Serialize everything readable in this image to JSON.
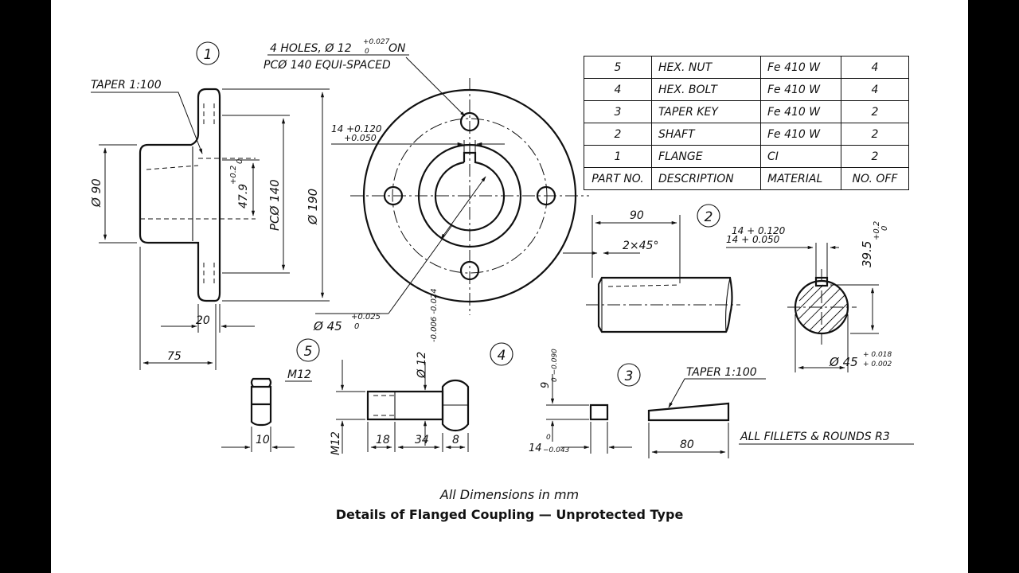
{
  "labels": {
    "part1_no": "1",
    "part2_no": "2",
    "part3_no": "3",
    "part4_no": "4",
    "part5_no": "5",
    "taper_flange": "TAPER 1:100",
    "holes_line1": "4 HOLES, Ø 12",
    "holes_tol_upper": "+0.027",
    "holes_tol_lower": "0",
    "holes_on": "ON",
    "holes_line2": "PCØ 140 EQUI-SPACED",
    "dia90": "Ø 90",
    "dim_47_9": "47.9",
    "dim_47_9_tol_upper": "+0.2",
    "dim_47_9_tol_lower": "0",
    "pcd140": "PCØ 140",
    "dia190": "Ø 190",
    "dim20": "20",
    "dim75": "75",
    "keyway14_upper": "14 +0.120",
    "keyway14_lower": "+0.050",
    "dia45_flange": "Ø 45",
    "dia45_flange_tol_upper": "+0.025",
    "dia45_flange_tol_lower": "0",
    "bolt_dia12": "Ø 12",
    "bolt_dia12_tol": "-0.006 -0.024",
    "shaft90": "90",
    "chamfer": "2×45°",
    "shaft_key_upper": "14 + 0.120",
    "shaft_key_lower": "14 + 0.050",
    "dim39_5": "39.5",
    "dim39_5_tol_upper": "+0.2",
    "dim39_5_tol_lower": "0",
    "shaft_dia45": "Ø 45",
    "shaft_dia45_tol_upper": "+ 0.018",
    "shaft_dia45_tol_lower": "+ 0.002",
    "m12_nut": "M12",
    "nut10": "10",
    "m12_bolt": "M12",
    "bolt18": "18",
    "bolt34": "34",
    "bolt8": "8",
    "key9": "9",
    "key9_tol": "0 −0.090",
    "key14": "14",
    "key14_tol_upper": "0",
    "key14_tol_lower": "−0.043",
    "taper_key": "TAPER 1:100",
    "key80": "80",
    "fillets": "ALL FILLETS & ROUNDS R3"
  },
  "bom": {
    "rows": [
      {
        "no": "5",
        "desc": "HEX. NUT",
        "mat": "Fe 410 W",
        "qty": "4"
      },
      {
        "no": "4",
        "desc": "HEX. BOLT",
        "mat": "Fe 410 W",
        "qty": "4"
      },
      {
        "no": "3",
        "desc": "TAPER KEY",
        "mat": "Fe 410 W",
        "qty": "2"
      },
      {
        "no": "2",
        "desc": "SHAFT",
        "mat": "Fe 410 W",
        "qty": "2"
      },
      {
        "no": "1",
        "desc": "FLANGE",
        "mat": "CI",
        "qty": "2"
      }
    ],
    "header": {
      "no": "PART NO.",
      "desc": "DESCRIPTION",
      "mat": "MATERIAL",
      "qty": "NO. OFF"
    }
  },
  "caption": {
    "line1": "All Dimensions in mm",
    "line2": "Details of Flanged Coupling — Unprotected Type"
  }
}
